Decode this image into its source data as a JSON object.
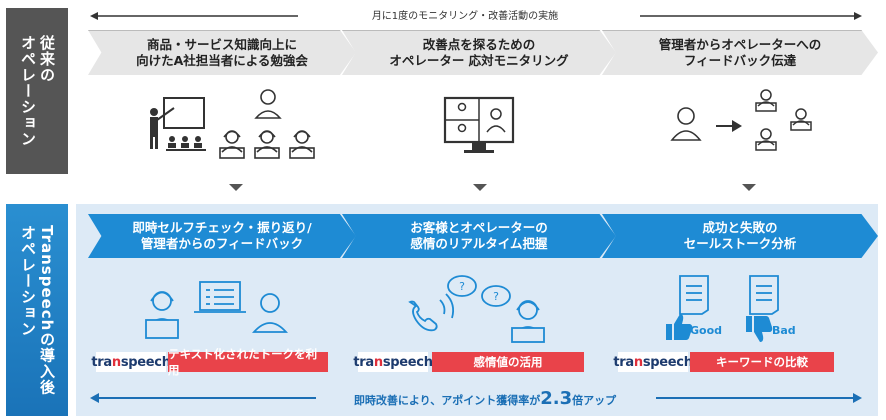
{
  "side_labels": {
    "top": "従来の\nオペレーション",
    "bottom": "Transpeechの導入後\nオペレーション"
  },
  "top_note": "月に1度のモニタリング・改善活動の実施",
  "top_steps": [
    {
      "line1": "商品・サービス知識向上に",
      "line2": "向けたA社担当者による勉強会"
    },
    {
      "line1": "改善点を探るための",
      "line2": "オペレーター 応対モニタリング"
    },
    {
      "line1": "管理者からオペレーターへの",
      "line2": "フィードバック伝達"
    }
  ],
  "bottom_steps": [
    {
      "line1": "即時セルフチェック・振り返り/",
      "line2": "管理者からのフィードバック"
    },
    {
      "line1": "お客様とオペレーターの",
      "line2": "感情のリアルタイム把握"
    },
    {
      "line1": "成功と失敗の",
      "line2": "セールストーク分析"
    }
  ],
  "brand": {
    "pre": "tra",
    "n": "n",
    "post": "speech"
  },
  "feature_labels": [
    "テキスト化されたトークを利用",
    "感情値の活用",
    "キーワードの比較"
  ],
  "good_label": "Good",
  "bad_label": "Bad",
  "bottom_note": {
    "pre": "即時改善により、アポイント獲得率が",
    "value": "2.3",
    "post": "倍アップ"
  },
  "colors": {
    "grey": "#555555",
    "blue": "#1e8bd4",
    "red": "#e9434a",
    "panel": "#ddeaf6"
  }
}
